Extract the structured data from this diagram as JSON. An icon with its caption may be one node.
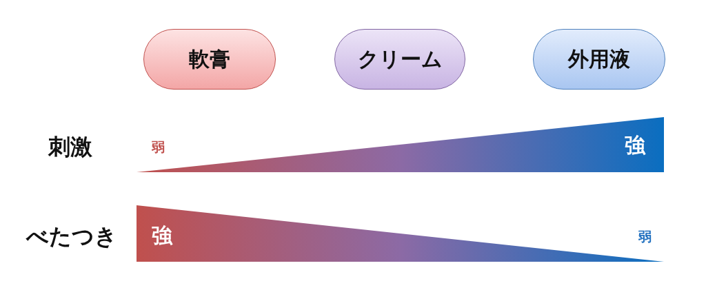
{
  "diagram": {
    "nodes": [
      {
        "text": [
          "軟膏"
        ]
      },
      {
        "text": [
          "クリーム"
        ]
      },
      {
        "text": [
          "外用液"
        ]
      },
      {
        "text": [
          "強"
        ],
        "beside": [
          "弱"
        ]
      },
      {
        "text": [
          "強"
        ],
        "beside": [
          "弱"
        ]
      }
    ],
    "labels": [
      "刺激",
      "べたつき"
    ]
  }
}
